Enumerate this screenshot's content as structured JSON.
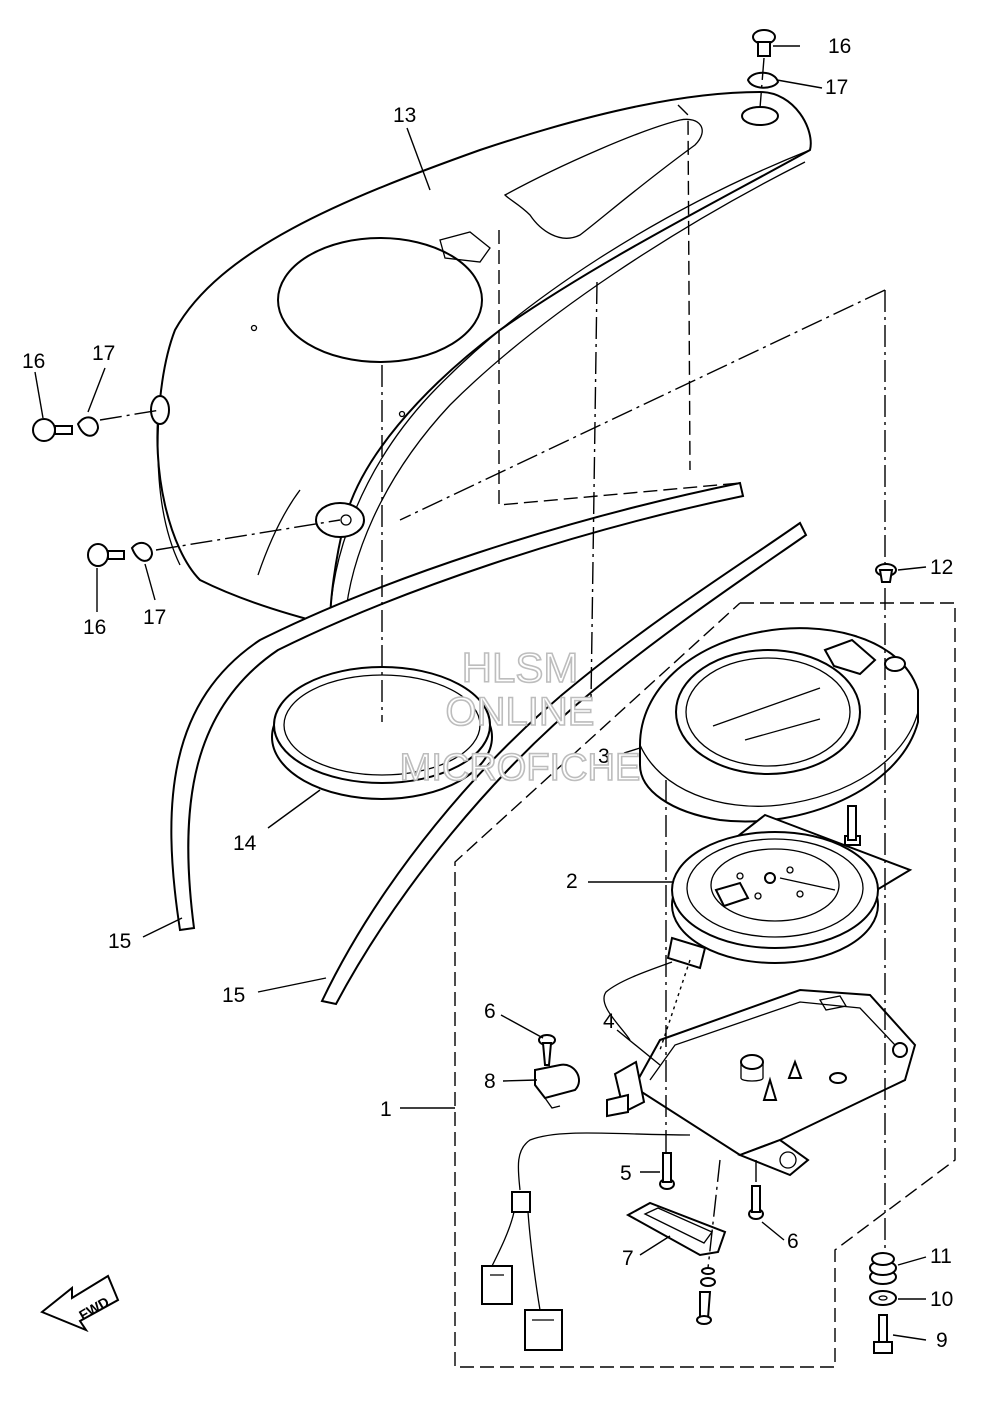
{
  "callouts": {
    "c1": "1",
    "c2": "2",
    "c3": "3",
    "c4": "4",
    "c5": "5",
    "c6a": "6",
    "c6b": "6",
    "c7": "7",
    "c8": "8",
    "c9": "9",
    "c10": "10",
    "c11": "11",
    "c12": "12",
    "c13": "13",
    "c14": "14",
    "c15a": "15",
    "c15b": "15",
    "c16a": "16",
    "c16b": "16",
    "c16c": "16",
    "c17a": "17",
    "c17b": "17",
    "c17c": "17"
  },
  "watermark": {
    "line1": "HLSM",
    "line2": "ONLINE",
    "line3": "MICROFICHE"
  },
  "direction_label": "FWD"
}
